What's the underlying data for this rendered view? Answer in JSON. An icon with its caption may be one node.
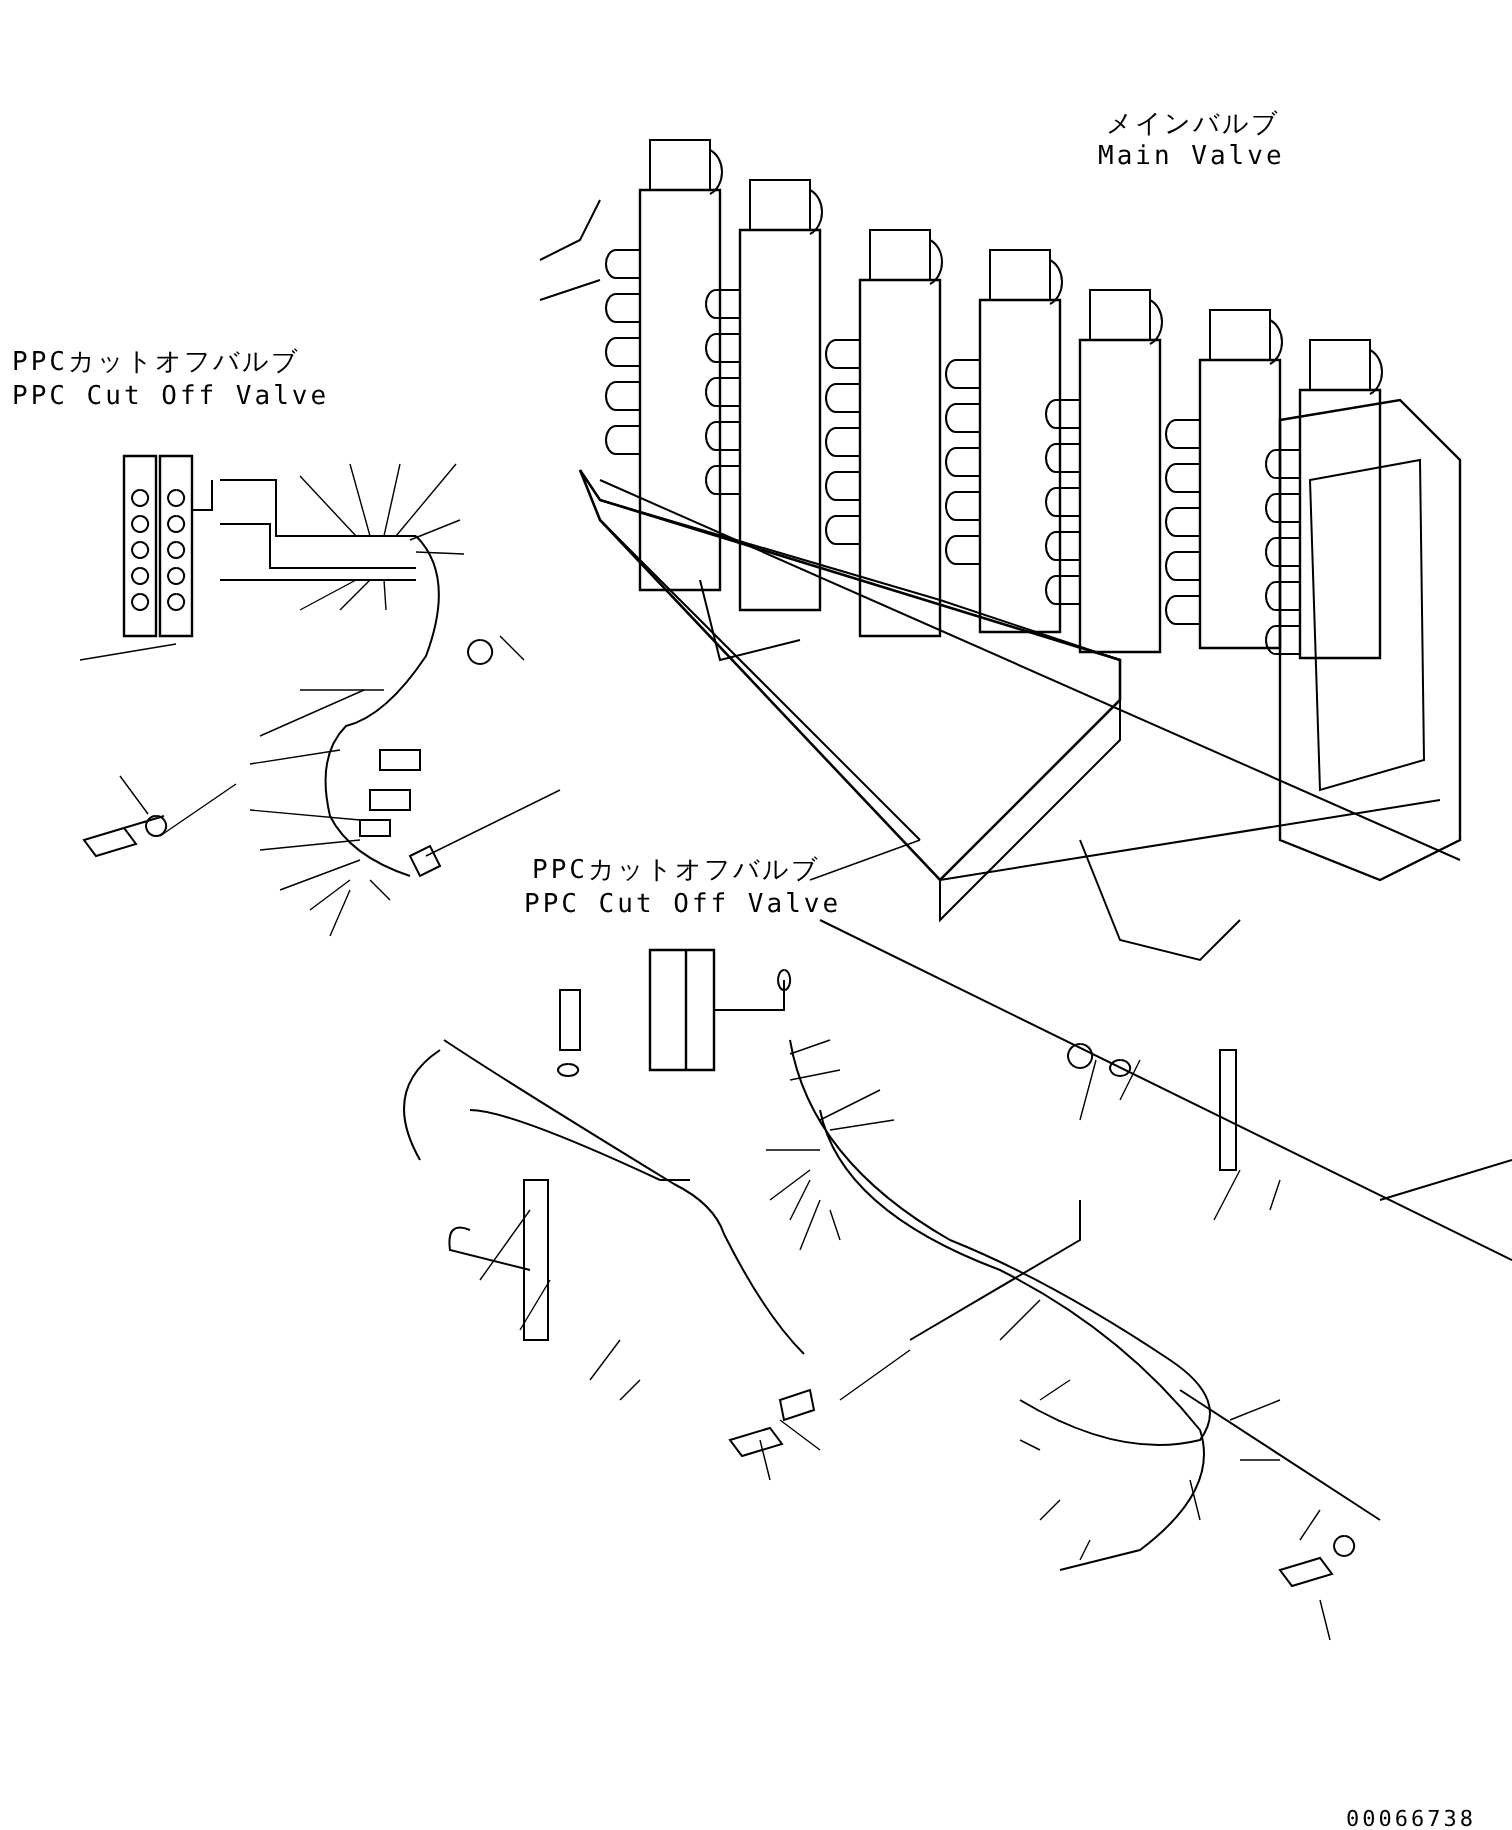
{
  "diagram": {
    "labels": [
      "メインバルブ",
      "Main Valve",
      "PPCカットオフバルブ",
      "PPC Cut Off Valve",
      "PPCカットオフバルブ",
      "PPC Cut Off Valve",
      "00066738"
    ]
  }
}
